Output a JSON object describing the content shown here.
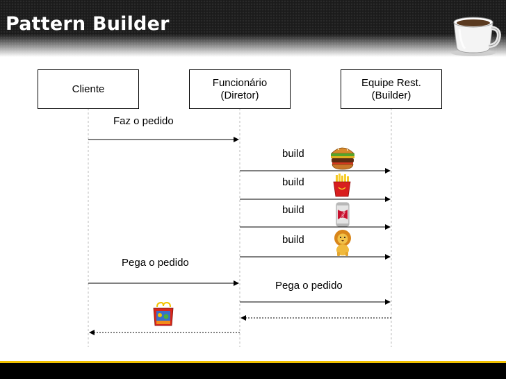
{
  "slide": {
    "title": "Pattern Builder"
  },
  "participants": [
    {
      "id": "cliente",
      "label": "Cliente"
    },
    {
      "id": "funcionario",
      "label": "Funcionário\n(Diretor)"
    },
    {
      "id": "equipe",
      "label": "Equipe Rest.\n(Builder)"
    }
  ],
  "messages": [
    {
      "label": "Faz o pedido",
      "from": "cliente",
      "to": "funcionario",
      "icon": ""
    },
    {
      "label": "build",
      "from": "funcionario",
      "to": "equipe",
      "icon": "burger-icon"
    },
    {
      "label": "build",
      "from": "funcionario",
      "to": "equipe",
      "icon": "fries-icon"
    },
    {
      "label": "build",
      "from": "funcionario",
      "to": "equipe",
      "icon": "soda-can-icon"
    },
    {
      "label": "build",
      "from": "funcionario",
      "to": "equipe",
      "icon": "lion-toy-icon"
    },
    {
      "label": "Pega o pedido",
      "from": "cliente",
      "to": "funcionario",
      "icon": ""
    },
    {
      "label": "Pega o pedido",
      "from": "funcionario",
      "to": "equipe",
      "icon": ""
    },
    {
      "label": "",
      "from": "equipe",
      "to": "funcionario",
      "style": "dashed",
      "icon": ""
    },
    {
      "label": "",
      "from": "funcionario",
      "to": "cliente",
      "style": "dashed",
      "icon": "happy-meal-box-icon"
    }
  ],
  "colors": {
    "header": "#1b1b1b",
    "footer": "#000000",
    "footer_accent": "#f0c000",
    "title_text": "#ffffff"
  }
}
